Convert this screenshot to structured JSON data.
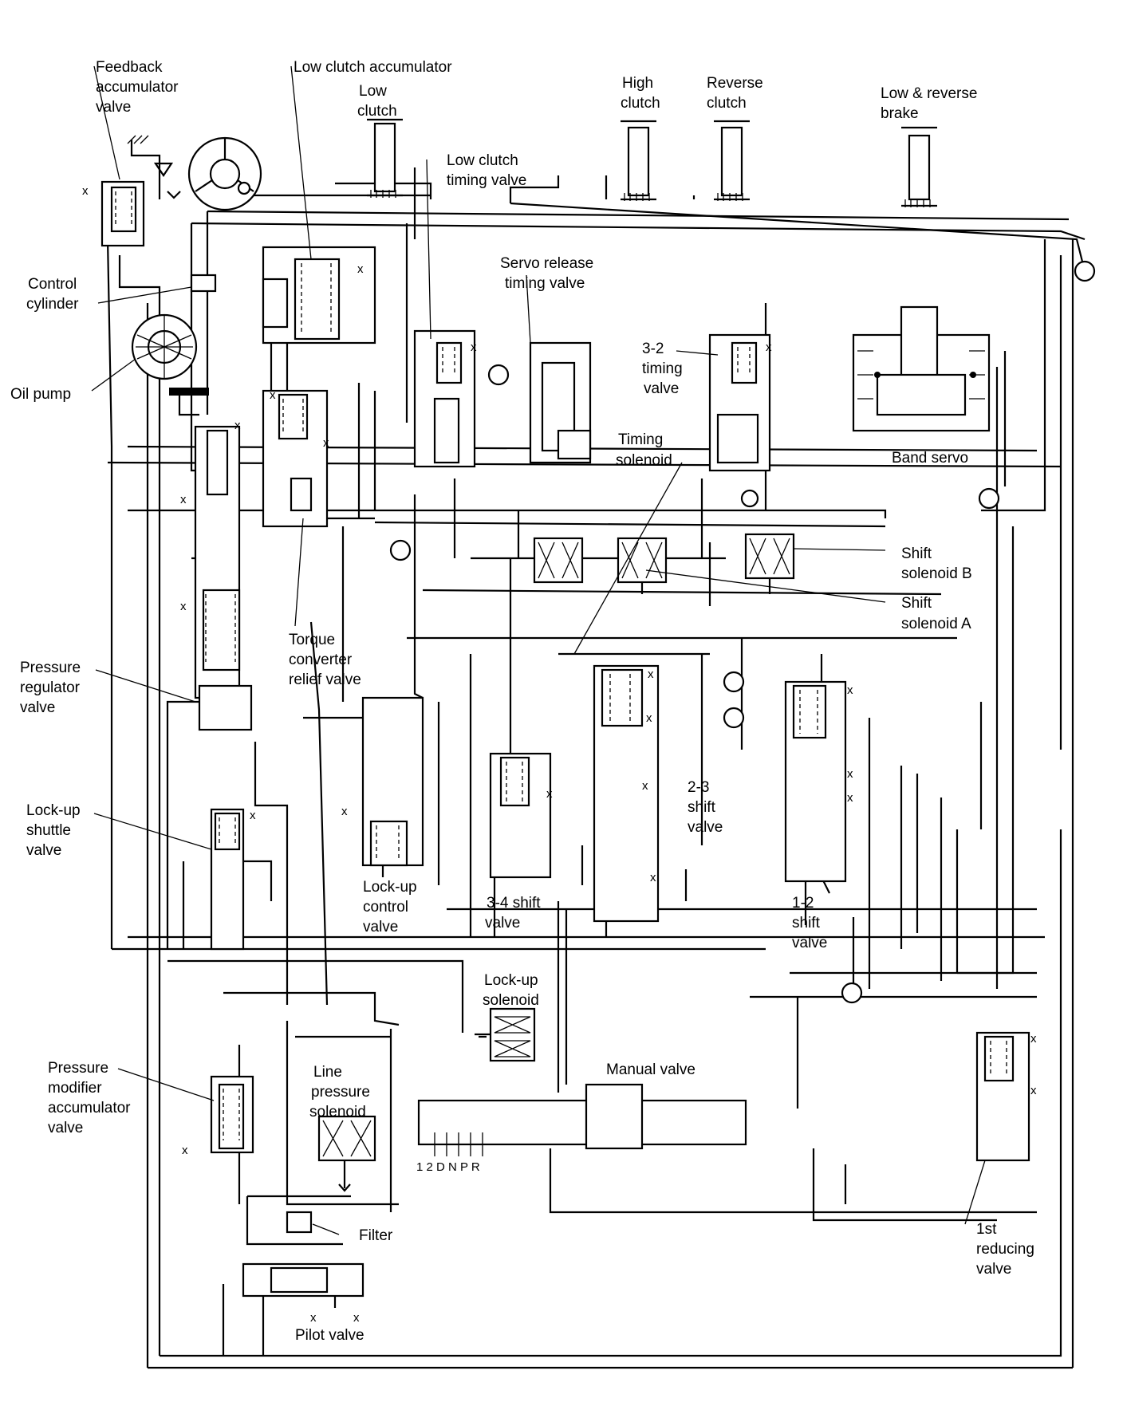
{
  "labels": {
    "feedback_accumulator_valve": [
      "Feedback",
      "accumulator",
      "valve"
    ],
    "low_clutch_accumulator": [
      "Low clutch accumulator"
    ],
    "low_clutch": [
      "Low",
      "clutch"
    ],
    "high_clutch": [
      "High",
      "clutch"
    ],
    "reverse_clutch": [
      "Reverse",
      "clutch"
    ],
    "low_reverse_brake": [
      "Low & reverse",
      "brake"
    ],
    "low_clutch_timing_valve": [
      "Low clutch",
      "timing valve"
    ],
    "servo_release_timing_valve": [
      "Servo release",
      "timing valve"
    ],
    "control_cylinder": [
      "Control",
      "cylinder"
    ],
    "oil_pump": [
      "Oil pump"
    ],
    "timing_valve_32": [
      "3-2",
      "timing",
      "valve"
    ],
    "timing_solenoid": [
      "Timing",
      "solenoid"
    ],
    "band_servo": [
      "Band servo"
    ],
    "shift_solenoid_b": [
      "Shift",
      "solenoid B"
    ],
    "shift_solenoid_a": [
      "Shift",
      "solenoid A"
    ],
    "torque_converter_relief_valve": [
      "Torque",
      "converter",
      "relief valve"
    ],
    "pressure_regulator_valve": [
      "Pressure",
      "regulator",
      "valve"
    ],
    "shift_valve_23": [
      "2-3",
      "shift",
      "valve"
    ],
    "lockup_shuttle_valve": [
      "Lock-up",
      "shuttle",
      "valve"
    ],
    "lockup_control_valve": [
      "Lock-up",
      "control",
      "valve"
    ],
    "shift_valve_34": [
      "3-4 shift",
      "valve"
    ],
    "shift_valve_12": [
      "1-2",
      "shift",
      "valve"
    ],
    "lockup_solenoid": [
      "Lock-up",
      "solenoid"
    ],
    "pressure_modifier_accumulator_valve": [
      "Pressure",
      "modifier",
      "accumulator",
      "valve"
    ],
    "line_pressure_solenoid": [
      "Line",
      "pressure",
      "solenoid"
    ],
    "manual_valve": [
      "Manual valve"
    ],
    "manual_positions": "1 2 D N P R",
    "filter": [
      "Filter"
    ],
    "first_reducing_valve": [
      "1st",
      "reducing",
      "valve"
    ],
    "pilot_valve": [
      "Pilot valve"
    ]
  }
}
